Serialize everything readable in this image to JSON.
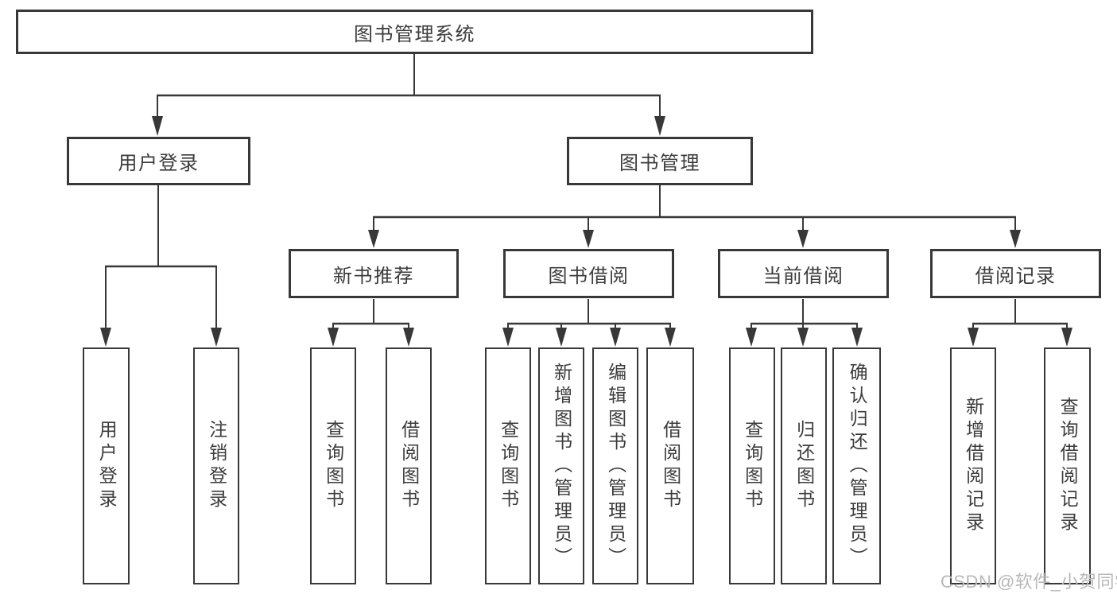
{
  "diagram": {
    "root": {
      "label": "图书管理系统"
    },
    "level2": {
      "user_login": {
        "label": "用户登录"
      },
      "book_mgmt": {
        "label": "图书管理"
      }
    },
    "level3": {
      "new_books": {
        "label": "新书推荐"
      },
      "book_borrow": {
        "label": "图书借阅"
      },
      "current_borrow": {
        "label": "当前借阅"
      },
      "borrow_records": {
        "label": "借阅记录"
      }
    },
    "leaves": {
      "login": {
        "label": "用户登录"
      },
      "logout": {
        "label": "注销登录"
      },
      "new_books_query": {
        "label": "查询图书"
      },
      "new_books_borrow": {
        "label": "借阅图书"
      },
      "borrow_query": {
        "label": "查询图书"
      },
      "borrow_add_admin": {
        "label": "新增图书（管理员）"
      },
      "borrow_edit_admin": {
        "label": "编辑图书（管理员）"
      },
      "borrow_borrow": {
        "label": "借阅图书"
      },
      "current_query": {
        "label": "查询图书"
      },
      "current_return": {
        "label": "归还图书"
      },
      "current_confirm_admin": {
        "label": "确认归还（管理员）"
      },
      "records_add": {
        "label": "新增借阅记录"
      },
      "records_query": {
        "label": "查询借阅记录"
      }
    }
  },
  "watermark": {
    "text": "CSDN @软件_小贺同学"
  },
  "colors": {
    "line": "#383838",
    "text": "#3c3c3c",
    "watermark": "#b8b8b8",
    "background": "#ffffff"
  }
}
